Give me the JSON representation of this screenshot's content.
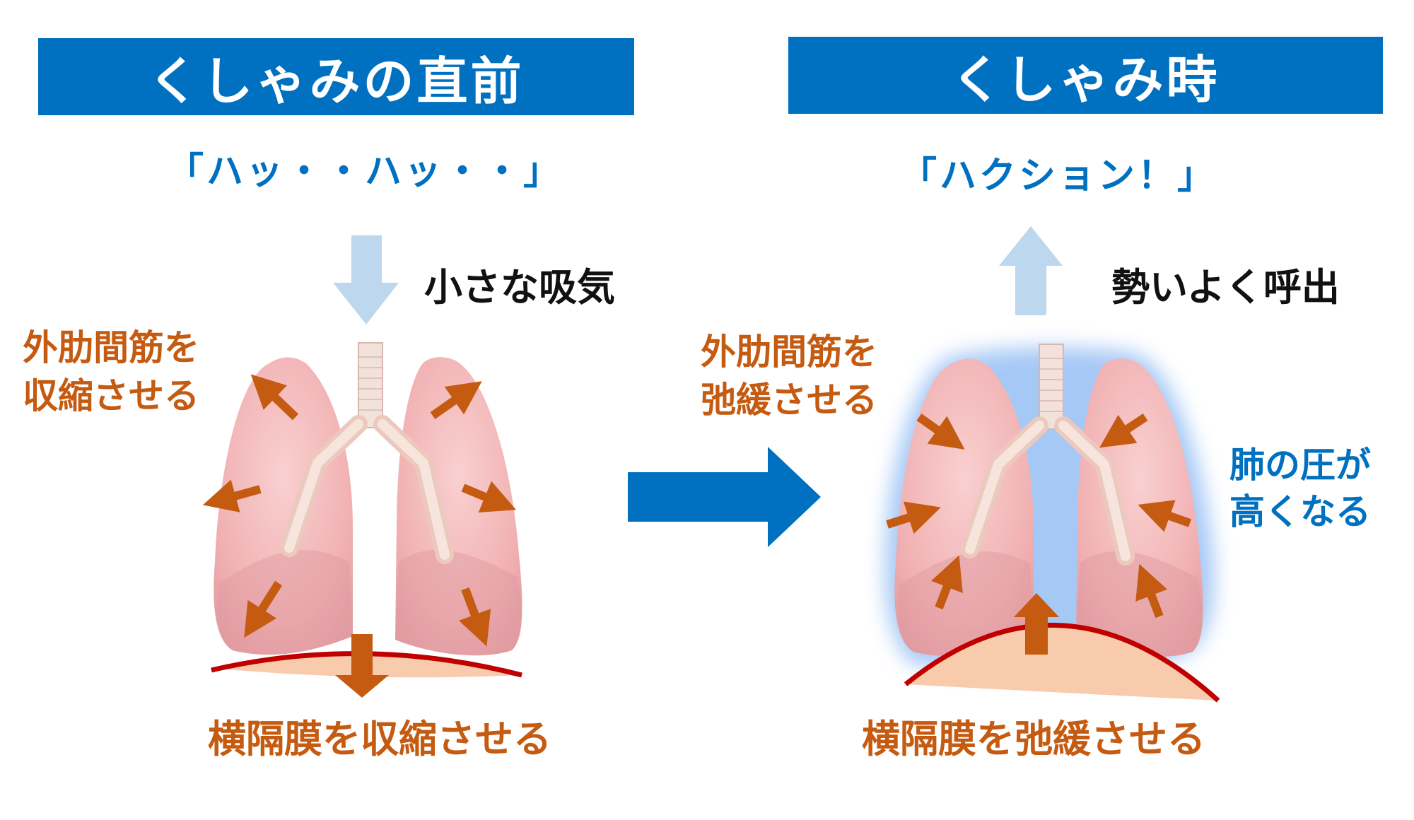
{
  "left_panel": {
    "title": "くしゃみの直前",
    "sound": "「ハッ・・ハッ・・」",
    "airflow_label": "小さな吸気",
    "muscle_label_line1": "外肋間筋を",
    "muscle_label_line2": "収縮させる",
    "diaphragm_label": "横隔膜を収縮させる"
  },
  "right_panel": {
    "title": "くしゃみ時",
    "sound": "「ハクション！」",
    "airflow_label": "勢いよく呼出",
    "muscle_label_line1": "外肋間筋を",
    "muscle_label_line2": "弛緩させる",
    "pressure_label_line1": "肺の圧が",
    "pressure_label_line2": "高くなる",
    "diaphragm_label": "横隔膜を弛緩させる"
  },
  "colors": {
    "header_blue": "#0070c0",
    "text_blue": "#0070c0",
    "orange": "#c55a11",
    "airflow_arrow": "#bdd7ee",
    "lung_pink": "#f4b8b8",
    "diaphragm_line": "#c00000",
    "diaphragm_fill": "#f8cbad",
    "glow_blue": "#9dc3f5"
  }
}
